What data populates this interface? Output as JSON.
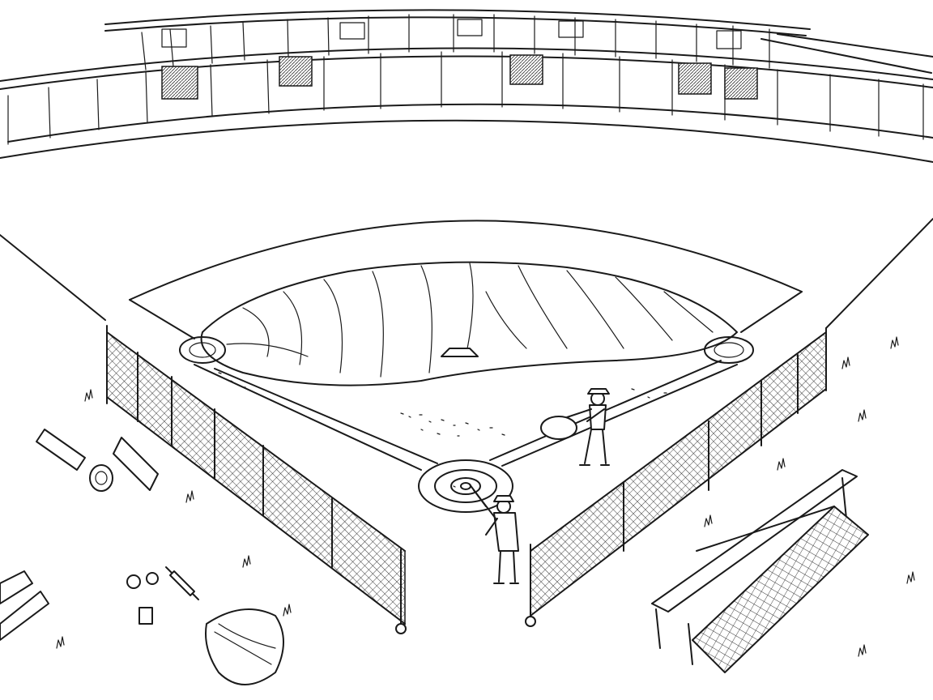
{
  "scene": {
    "style": "black-and-white line drawing",
    "ink_color": "#1a1a1a",
    "paper_color": "#ffffff",
    "elements": [
      "stadium-grandstand",
      "outfield-wall",
      "tarp-covered-infield",
      "home-plate",
      "chain-link-fences",
      "groundskeeper-workers",
      "equipment-bench",
      "batting-cage-net",
      "scattered-equipment"
    ]
  }
}
